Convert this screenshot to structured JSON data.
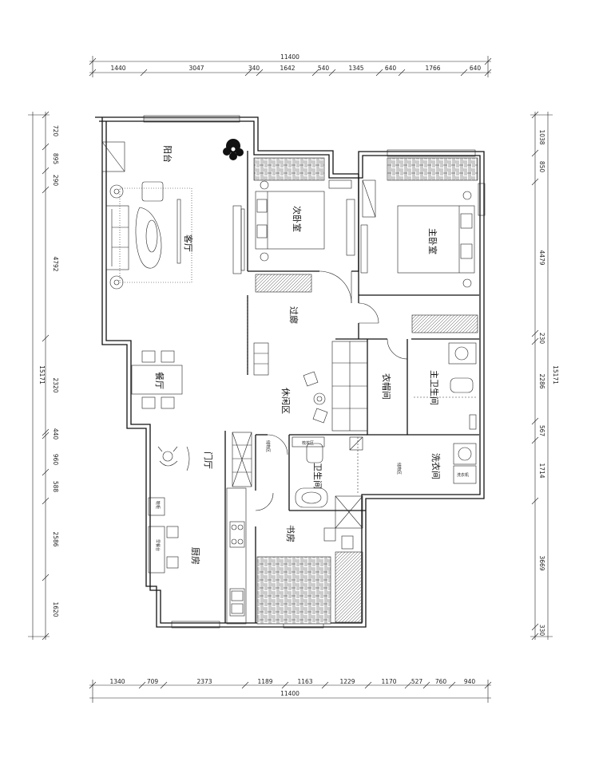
{
  "dimensions": {
    "total": "11400",
    "top": [
      "1440",
      "3047",
      "340",
      "1642",
      "540",
      "1345",
      "640",
      "1766",
      "640"
    ],
    "bottom": [
      "1340",
      "709",
      "2373",
      "1189",
      "1163",
      "1229",
      "1170",
      "527",
      "760",
      "940"
    ],
    "left_total": "15171",
    "left": [
      "720",
      "895",
      "290",
      "4792",
      "2320",
      "440",
      "960",
      "588",
      "2586",
      "1620"
    ],
    "right_total": "15171",
    "right": [
      "1038",
      "850",
      "4479",
      "230",
      "2286",
      "567",
      "1714",
      "3669",
      "330"
    ]
  },
  "rooms": {
    "balcony": "阳台",
    "living_room": "客厅",
    "second_bedroom": "次卧室",
    "master_bedroom": "主卧室",
    "corridor": "过廊",
    "dining_room": "餐厅",
    "leisure_area": "休闲区",
    "cloakroom": "衣帽间",
    "master_bathroom": "主卫生间",
    "entrance": "门厅",
    "bathroom": "卫生间",
    "laundry": "洗衣间",
    "study": "书房",
    "kitchen": "厨房"
  },
  "small_labels": {
    "fridge": "冰箱",
    "breakfast_bar": "早餐台",
    "storage": "储物区",
    "shoe_cabinet": "鞋柜",
    "dressing_area": "梳妆区",
    "laundry_cabinet": "洗衣机"
  }
}
